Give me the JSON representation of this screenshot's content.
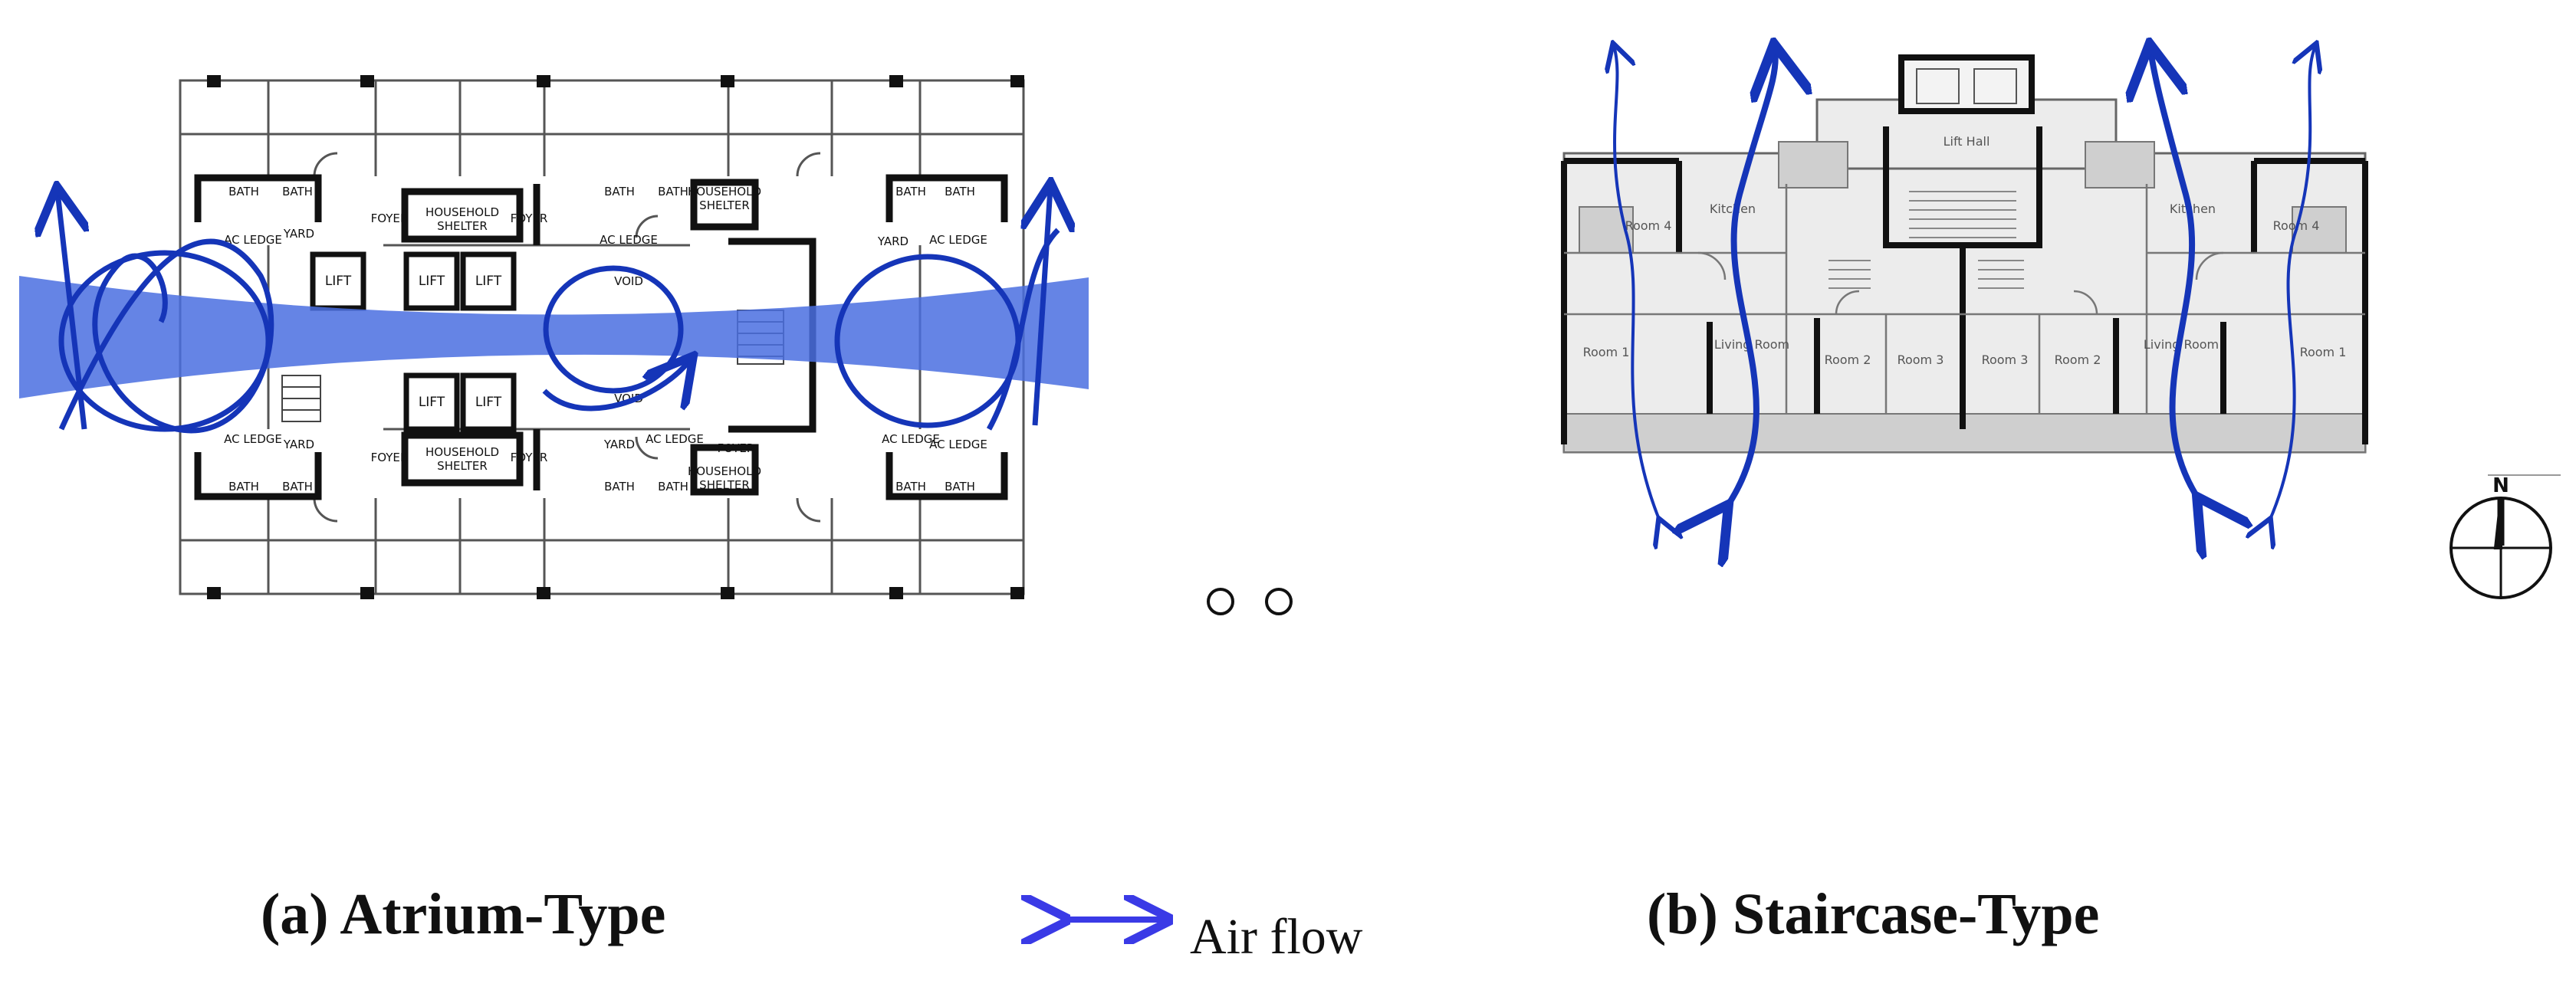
{
  "colors": {
    "airflow": "#1535b8",
    "airflow_band": "#4a6ee0",
    "legend_arrow": "#3a3ae6",
    "wall": "#111111",
    "plan_line": "#555555",
    "shade": "#cfcfcf"
  },
  "captions": {
    "atrium": "(a) Atrium-Type",
    "staircase": "(b) Staircase-Type"
  },
  "legend": {
    "label": "Air flow"
  },
  "compass": {
    "label": "N"
  },
  "plan_a": {
    "labels": {
      "bath": "BATH",
      "ac_ledge": "AC LEDGE",
      "yard": "YARD",
      "foyer": "FOYER",
      "lift": "LIFT",
      "household_shelter_1": "HOUSEHOLD",
      "household_shelter_2": "SHELTER",
      "void": "VOID"
    }
  },
  "plan_b": {
    "labels": {
      "lift_hall": "Lift Hall",
      "kitchen": "Kitchen",
      "living": "Living Room",
      "room1": "Room 1",
      "room2": "Room 2",
      "room3": "Room 3",
      "room4": "Room 4"
    }
  }
}
